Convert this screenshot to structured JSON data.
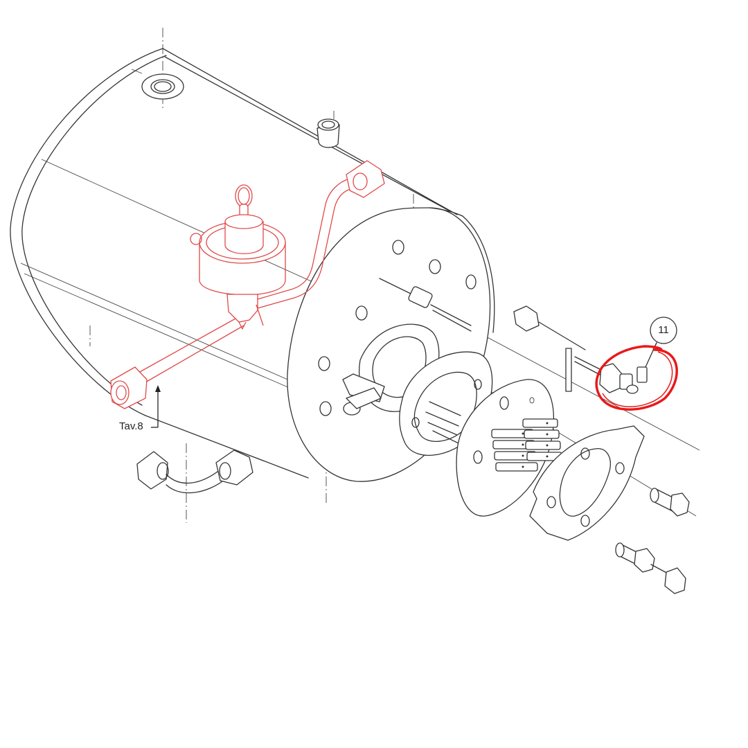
{
  "diagram": {
    "type": "exploded-assembly-drawing",
    "subject": "boiler tank with heating element flange assembly",
    "colors": {
      "line": "#333333",
      "highlighted_parts": "#e04848",
      "annotation_circle": "#e8191a",
      "background": "#ffffff"
    }
  },
  "labels": {
    "callout_11": "11",
    "reference_tav8": "Tav.8"
  },
  "parts": [
    {
      "id": "tank-body",
      "color": "black"
    },
    {
      "id": "top-fitting",
      "color": "black"
    },
    {
      "id": "pipe-nipple",
      "color": "black"
    },
    {
      "id": "level-probe-valve",
      "color": "red"
    },
    {
      "id": "outlet-pipe",
      "color": "red"
    },
    {
      "id": "bent-hose",
      "color": "black"
    },
    {
      "id": "end-flange",
      "color": "black"
    },
    {
      "id": "gasket",
      "color": "black"
    },
    {
      "id": "heating-element-flange",
      "color": "black"
    },
    {
      "id": "terminal-block",
      "color": "black"
    },
    {
      "id": "retaining-plate",
      "color": "black"
    },
    {
      "id": "probe-sensor-11",
      "color": "black",
      "highlighted": true
    },
    {
      "id": "bolts",
      "count": 3,
      "color": "black"
    }
  ]
}
